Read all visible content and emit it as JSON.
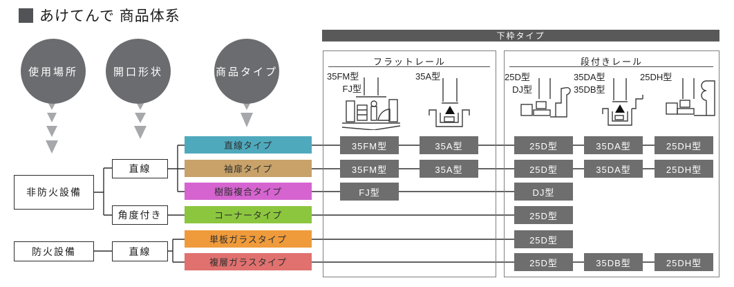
{
  "title": {
    "bullet": "■",
    "text": "あけてんで 商品体系"
  },
  "selectors": [
    {
      "label": "使用場所"
    },
    {
      "label": "開口形状"
    },
    {
      "label": "商品タイプ"
    }
  ],
  "flow": {
    "non_fireproof": "非防火設備",
    "fireproof": "防火設備",
    "straight_1": "直線",
    "angled": "角度付き",
    "straight_2": "直線"
  },
  "product_types": [
    {
      "label": "直線タイプ",
      "color": "#4fa9bd"
    },
    {
      "label": "袖扉タイプ",
      "color": "#c8a269"
    },
    {
      "label": "樹脂複合タイプ",
      "color": "#d564d0"
    },
    {
      "label": "コーナータイプ",
      "color": "#8cc63e"
    },
    {
      "label": "単板ガラスタイプ",
      "color": "#ef9b3c"
    },
    {
      "label": "複層ガラスタイプ",
      "color": "#e0716f"
    }
  ],
  "bottom_frame": {
    "header": "下枠タイプ",
    "flat_rail": {
      "title": "フラットレール",
      "profile_labels": [
        [
          "35FM型",
          "FJ型"
        ],
        [
          "35A型"
        ]
      ]
    },
    "stepped_rail": {
      "title": "段付きレール",
      "profile_labels": [
        [
          "25D型",
          "DJ型"
        ],
        [
          "35DA型",
          "35DB型"
        ],
        [
          "25DH型"
        ]
      ]
    }
  },
  "matrix": {
    "rows": [
      {
        "flat": [
          "35FM型",
          "35A型"
        ],
        "stepped": [
          "25D型",
          "35DA型",
          "25DH型"
        ]
      },
      {
        "flat": [
          "35FM型",
          "35A型"
        ],
        "stepped": [
          "25D型",
          "35DA型",
          "25DH型"
        ]
      },
      {
        "flat": [
          "FJ型"
        ],
        "stepped": [
          "DJ型"
        ]
      },
      {
        "flat": [],
        "stepped": [
          "25D型"
        ]
      },
      {
        "flat": [],
        "stepped": [
          "25D型"
        ]
      },
      {
        "flat": [],
        "stepped": [
          "25D型",
          "35DB型",
          "25DH型"
        ]
      }
    ]
  }
}
